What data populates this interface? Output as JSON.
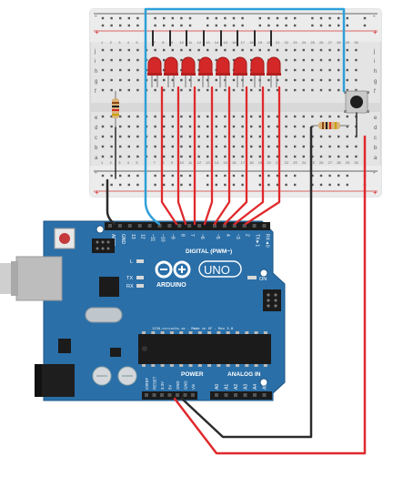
{
  "arduino": {
    "brand": "ARDUINO",
    "model": "UNO",
    "digital_label": "DIGITAL (PWM~)",
    "power_label": "POWER",
    "analog_label": "ANALOG IN",
    "credit": "1234.circuits.io - Made in SF - Rev 3.0",
    "on_label": "ON",
    "l_label": "L",
    "tx_label": "TX",
    "rx_label": "RX",
    "digital_pins": [
      "AREF",
      "GND",
      "13",
      "12",
      "~11",
      "~10",
      "~9",
      "8",
      "7",
      "~6",
      "~5",
      "4",
      "~3",
      "2",
      "TX►1",
      "RX◄0"
    ],
    "power_pins": [
      "IOREF",
      "RESET",
      "3.3V",
      "5V",
      "GND",
      "GND",
      "Vin"
    ],
    "analog_pins": [
      "A0",
      "A1",
      "A2",
      "A3",
      "A4",
      "A5"
    ]
  },
  "breadboard": {
    "row_letters_top": [
      "j",
      "i",
      "h",
      "g",
      "f"
    ],
    "row_letters_bottom": [
      "e",
      "d",
      "c",
      "b",
      "a"
    ],
    "columns": [
      "1",
      "2",
      "3",
      "4",
      "5",
      "6",
      "7",
      "8",
      "9",
      "10",
      "11",
      "12",
      "13",
      "14",
      "15",
      "16",
      "17",
      "18",
      "19",
      "20",
      "21",
      "22",
      "23",
      "24",
      "25",
      "26",
      "27",
      "28",
      "29",
      "30"
    ],
    "plus": "+",
    "minus": "-"
  },
  "colors": {
    "board": "#2a6fa8",
    "led": "#d42828",
    "wire_red": "#e0292c",
    "wire_black": "#2b2b2b",
    "wire_blue": "#2ea0d8"
  },
  "icons": [
    "usb-connector-icon",
    "power-jack-icon",
    "reset-button-icon",
    "infinity-logo-icon",
    "led-icon",
    "resistor-icon",
    "pushbutton-icon"
  ]
}
